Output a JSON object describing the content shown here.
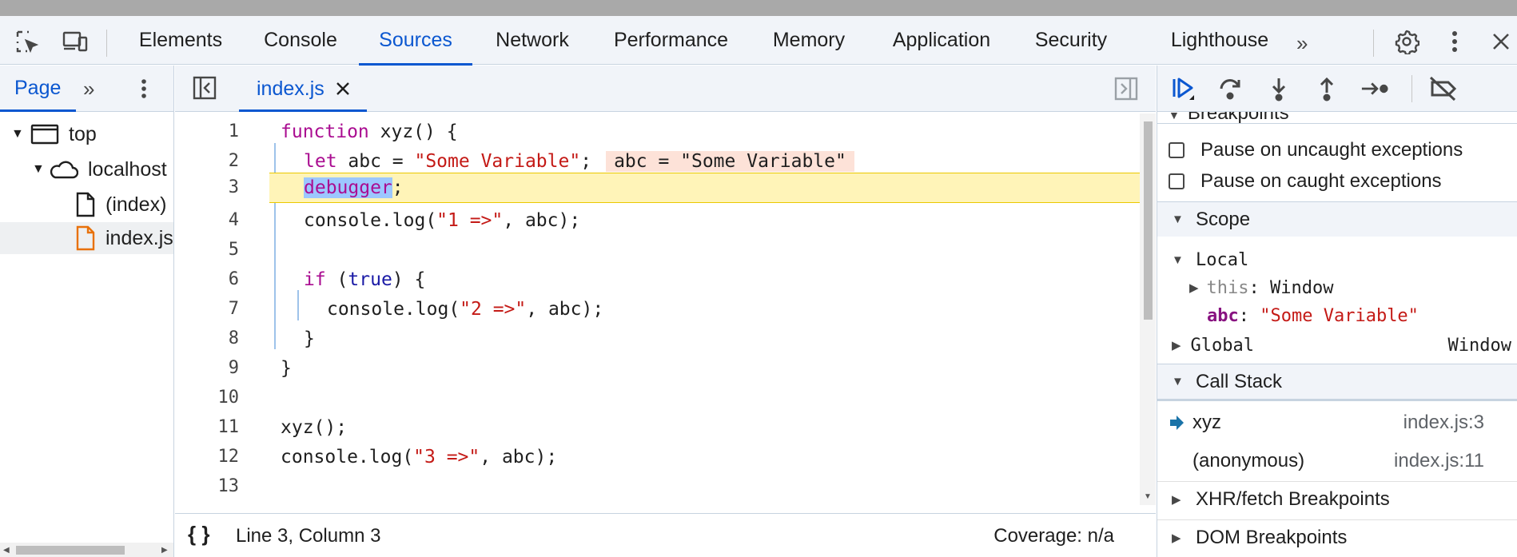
{
  "tabbar": {
    "tabs": [
      "Elements",
      "Console",
      "Sources",
      "Network",
      "Performance",
      "Memory",
      "Application",
      "Security",
      "Lighthouse"
    ],
    "active": "Sources"
  },
  "navigator": {
    "tab_label": "Page",
    "tree": {
      "top": "top",
      "host": "localhost",
      "index_file": "(index)",
      "js_file": "index.js"
    }
  },
  "editor": {
    "file_tab": "index.js",
    "lines": {
      "n1": "1",
      "n2": "2",
      "n3": "3",
      "n4": "4",
      "n5": "5",
      "n6": "6",
      "n7": "7",
      "n8": "8",
      "n9": "9",
      "n10": "10",
      "n11": "11",
      "n12": "12",
      "n13": "13"
    },
    "code": {
      "l1_kw": "function",
      "l1_rest": " xyz() {",
      "l2_kw": "let",
      "l2_mid": " abc = ",
      "l2_str": "\"Some Variable\"",
      "l2_end": ";",
      "l2_inline": "abc = \"Some Variable\"",
      "l3_kw": "debugger",
      "l3_end": ";",
      "l4_a": "console.log(",
      "l4_str": "\"1 =>\"",
      "l4_b": ", abc);",
      "l6_kw": "if",
      "l6_a": " (",
      "l6_bool": "true",
      "l6_b": ") {",
      "l7_a": "console.log(",
      "l7_str": "\"2 =>\"",
      "l7_b": ", abc);",
      "l8": "}",
      "l9": "}",
      "l11": "xyz();",
      "l12_a": "console.log(",
      "l12_str": "\"3 =>\"",
      "l12_b": ", abc);"
    },
    "status": {
      "position": "Line 3, Column 3",
      "coverage": "Coverage: n/a"
    }
  },
  "debugger": {
    "breakpoints_label": "Breakpoints",
    "pause_uncaught": "Pause on uncaught exceptions",
    "pause_caught": "Pause on caught exceptions",
    "scope_label": "Scope",
    "local_label": "Local",
    "this_key": "this",
    "this_val": "Window",
    "abc_key": "abc",
    "abc_val": "\"Some Variable\"",
    "global_label": "Global",
    "global_val": "Window",
    "callstack_label": "Call Stack",
    "frames": [
      {
        "name": "xyz",
        "loc": "index.js:3"
      },
      {
        "name": "(anonymous)",
        "loc": "index.js:11"
      }
    ],
    "xhr_label": "XHR/fetch Breakpoints",
    "dom_label": "DOM Breakpoints"
  },
  "colors": {
    "accent": "#0b57d0",
    "paused_line": "#fff4b8",
    "keyword": "#aa0d91",
    "string": "#c41a16"
  }
}
